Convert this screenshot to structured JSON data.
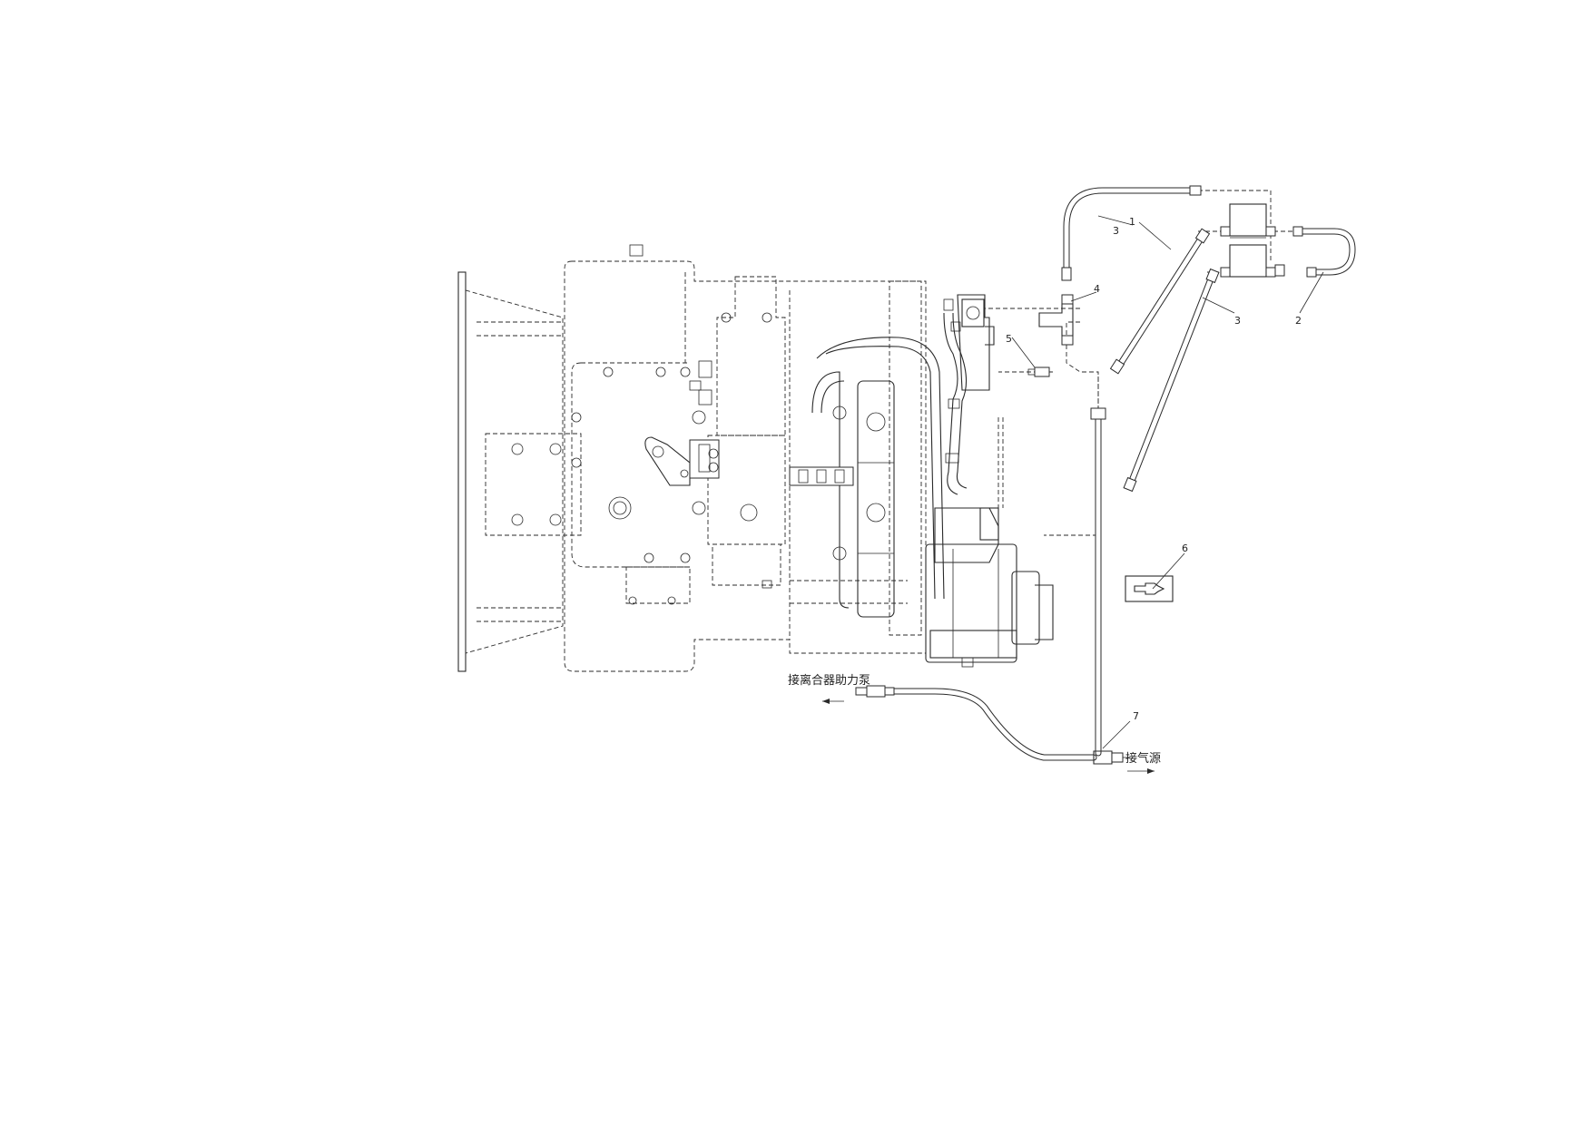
{
  "labels": {
    "clutch_pump": "接离合器助力泵",
    "air_source": "接气源"
  },
  "parts": {
    "p1": "1",
    "p2": "2",
    "p3a": "3",
    "p3b": "3",
    "p4": "4",
    "p5": "5",
    "p6": "6",
    "p7": "7"
  }
}
